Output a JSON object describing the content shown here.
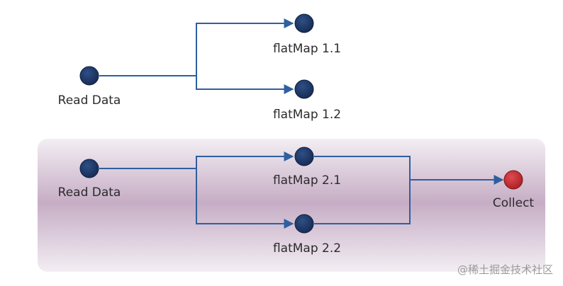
{
  "pipeline_1": {
    "source": "Read Data",
    "branch_a": "flatMap 1.1",
    "branch_b": "flatMap 1.2"
  },
  "pipeline_2": {
    "source": "Read Data",
    "branch_a": "flatMap 2.1",
    "branch_b": "flatMap 2.2",
    "sink": "Collect"
  },
  "colors": {
    "node": "#1c3461",
    "sink_node": "#c0282d",
    "edge": "#2f5f9f",
    "highlight_band": "#c7aec6"
  },
  "watermark": "@稀土掘金技术社区"
}
